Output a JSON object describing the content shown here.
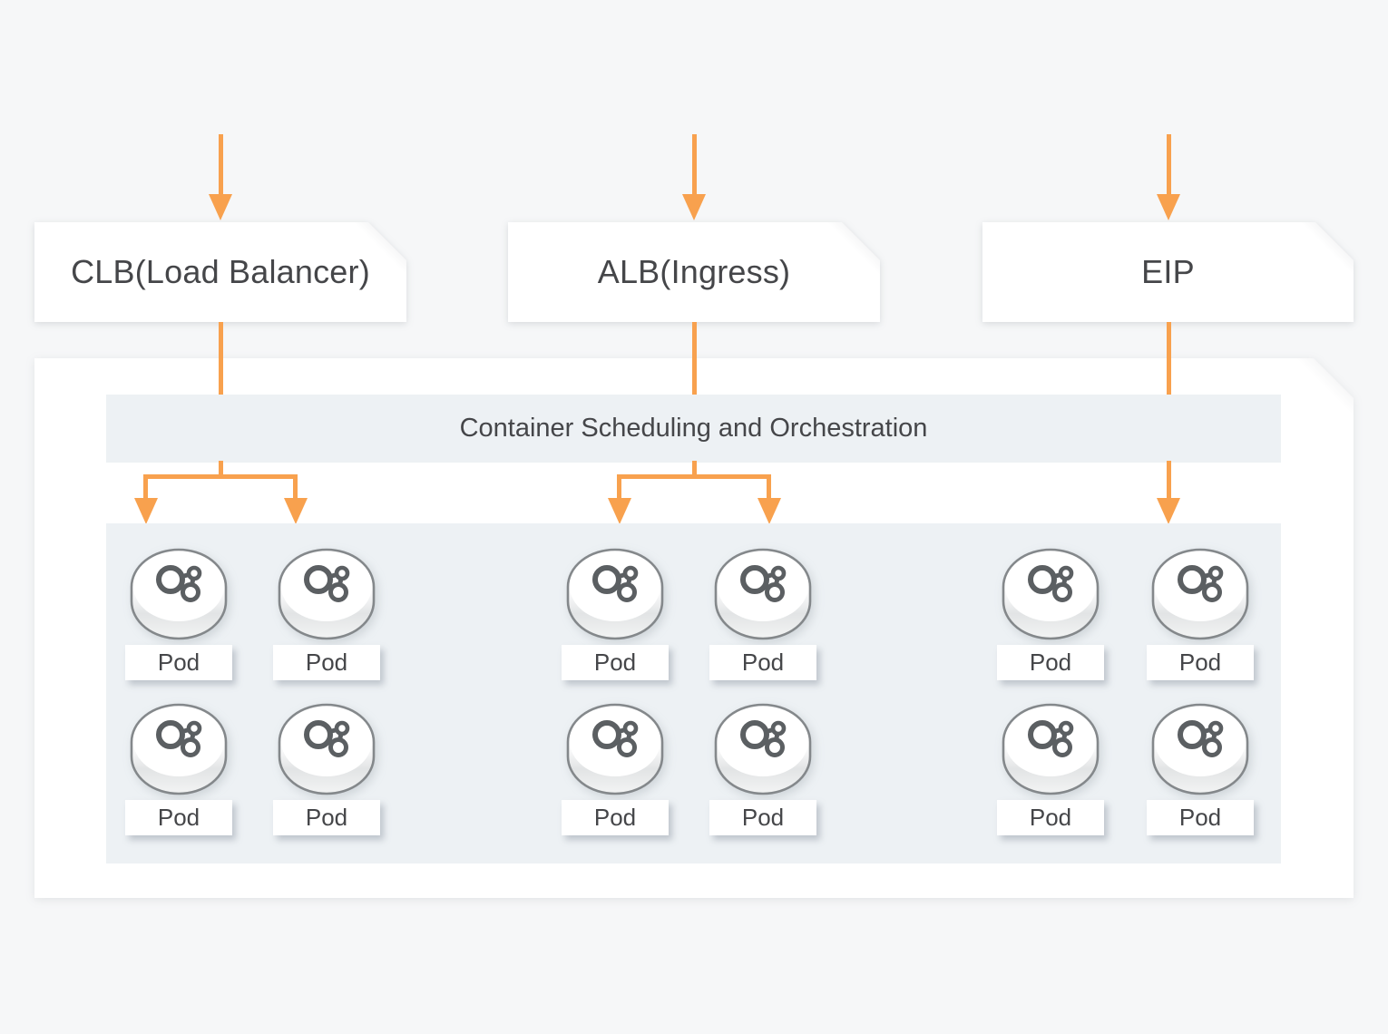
{
  "sources": [
    {
      "id": "clb",
      "label": "CLB(Load Balancer)"
    },
    {
      "id": "alb",
      "label": "ALB(Ingress)"
    },
    {
      "id": "eip",
      "label": "EIP"
    }
  ],
  "cluster": {
    "header_label": "Container Scheduling and Orchestration"
  },
  "pod_groups": [
    {
      "source": "clb",
      "pods": [
        "Pod",
        "Pod",
        "Pod",
        "Pod"
      ]
    },
    {
      "source": "alb",
      "pods": [
        "Pod",
        "Pod",
        "Pod",
        "Pod"
      ]
    },
    {
      "source": "eip",
      "pods": [
        "Pod",
        "Pod",
        "Pod",
        "Pod"
      ]
    }
  ],
  "colors": {
    "arrow_orange": "#F8A14E",
    "canvas_bg": "#F6F7F8",
    "node_bg": "#FFFFFF",
    "band_bg": "#EDF1F4",
    "text_dark": "#454649",
    "cylinder_outline": "#84888B",
    "molecule_stroke": "#5B5F62"
  },
  "icons": {
    "arrow_down": "css-triangle ▼",
    "pod_cylinder": "svg white puck with shaded base",
    "molecule": "svg three linked circles"
  }
}
